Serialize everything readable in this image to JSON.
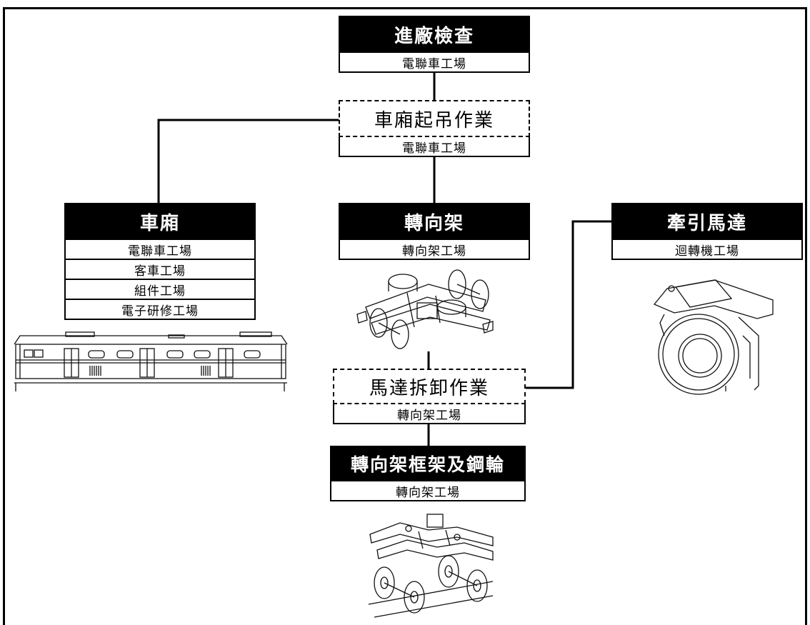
{
  "nodes": {
    "inspection": {
      "title": "進廠檢查",
      "shops": [
        "電聯車工場"
      ]
    },
    "car_lift": {
      "title": "車廂起吊作業",
      "shops": [
        "電聯車工場"
      ]
    },
    "car_body": {
      "title": "車廂",
      "shops": [
        "電聯車工場",
        "客車工場",
        "組件工場",
        "電子研修工場"
      ]
    },
    "bogie": {
      "title": "轉向架",
      "shops": [
        "轉向架工場"
      ]
    },
    "traction_motor": {
      "title": "牽引馬達",
      "shops": [
        "迴轉機工場"
      ]
    },
    "motor_removal": {
      "title": "馬達拆卸作業",
      "shops": [
        "轉向架工場"
      ]
    },
    "frame_wheels": {
      "title": "轉向架框架及鋼輪",
      "shops": [
        "轉向架工場"
      ]
    }
  },
  "colors": {
    "header_fill": "#000000",
    "header_text": "#ffffff",
    "line": "#000000",
    "background": "#ffffff"
  }
}
